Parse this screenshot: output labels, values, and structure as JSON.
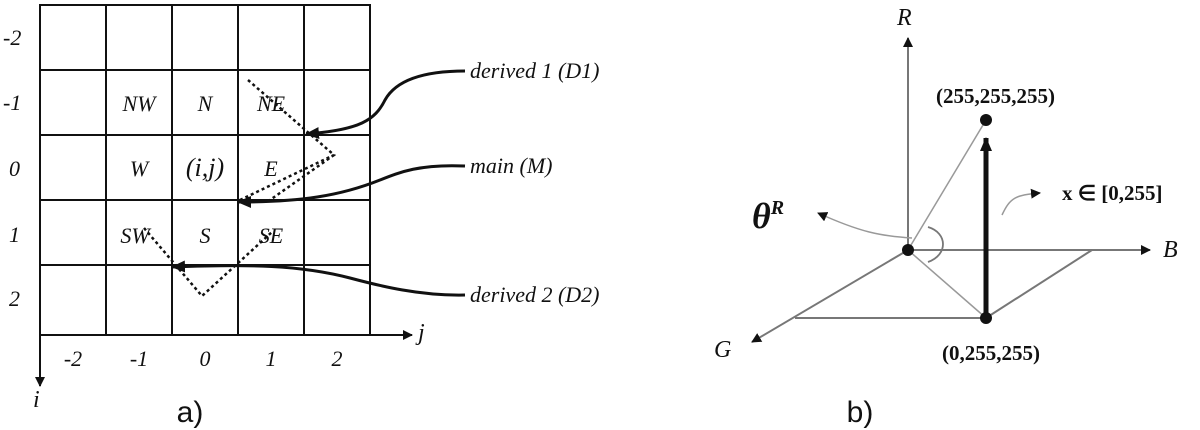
{
  "panel_a": {
    "row_labels": [
      "-2",
      "-1",
      "0",
      "1",
      "2"
    ],
    "col_labels": [
      "-2",
      "-1",
      "0",
      "1",
      "2"
    ],
    "axis_j": "j",
    "axis_i": "i",
    "cells": {
      "nw": "NW",
      "n": "N",
      "ne": "NE",
      "w": "W",
      "center": "(i,j)",
      "e": "E",
      "sw": "SW",
      "s": "S",
      "se": "SE"
    },
    "labels": {
      "derived1": "derived 1 (D1)",
      "main": "main (M)",
      "derived2": "derived 2 (D2)"
    },
    "caption": "a)"
  },
  "panel_b": {
    "axis_r": "R",
    "axis_g": "G",
    "axis_b": "B",
    "theta": "θ",
    "theta_sup": "R",
    "point_top": "(255,255,255)",
    "point_bottom": "(0,255,255)",
    "x_range": "x ∈ [0,255]",
    "caption": "b)"
  }
}
